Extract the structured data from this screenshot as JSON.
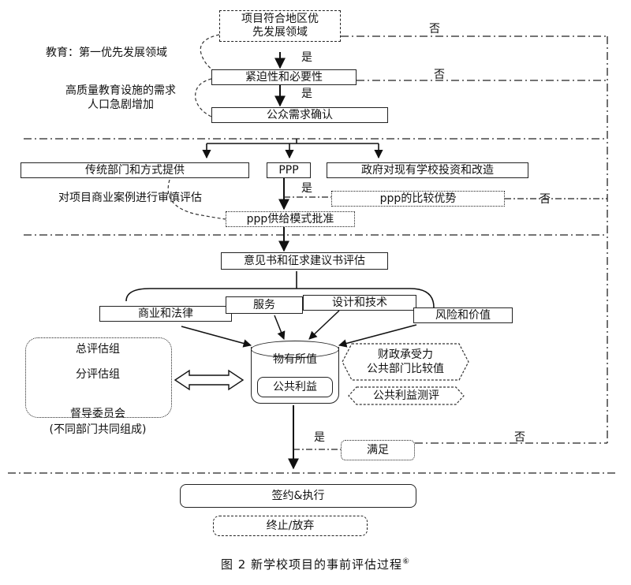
{
  "figure": {
    "caption": "图 2   新学校项目的事前评估过程",
    "caption_ref": "⑥"
  },
  "stage1": {
    "box_priority": "项目符合地区优\n先发展领域",
    "box_urgency": "紧迫性和必要性",
    "box_public": "公众需求确认",
    "note_priority": "教育：第一优先发展领域",
    "note_urgency": "高质量教育设施的需求\n人口急剧增加",
    "yes1": "是",
    "yes2": "是",
    "no1": "否",
    "no2": "否"
  },
  "stage2": {
    "box_traditional": "传统部门和方式提供",
    "box_ppp": "PPP",
    "box_gov": "政府对现有学校投资和改造",
    "box_advantage": "ppp的比较优势",
    "box_approval": "ppp供给模式批准",
    "note_business": "对项目商业案例进行审慎评估",
    "yes": "是",
    "no": "否"
  },
  "stage3": {
    "box_opinion": "意见书和征求建议书评估",
    "box_legal": "商业和法律",
    "box_service": "服务",
    "box_design": "设计和技术",
    "box_risk": "风险和价值",
    "group_lines": [
      "总评估组",
      "分评估组",
      "督导委员会",
      "(不同部门共同组成)"
    ],
    "cyl_value": "物有所值",
    "cyl_interest": "公共利益",
    "hex_finance": "财政承受力\n公共部门比较值",
    "hex_test": "公共利益测评",
    "box_satisfy": "满足",
    "yes": "是",
    "no": "否"
  },
  "stage4": {
    "box_sign": "签约&执行",
    "box_stop": "终止/放弃"
  }
}
